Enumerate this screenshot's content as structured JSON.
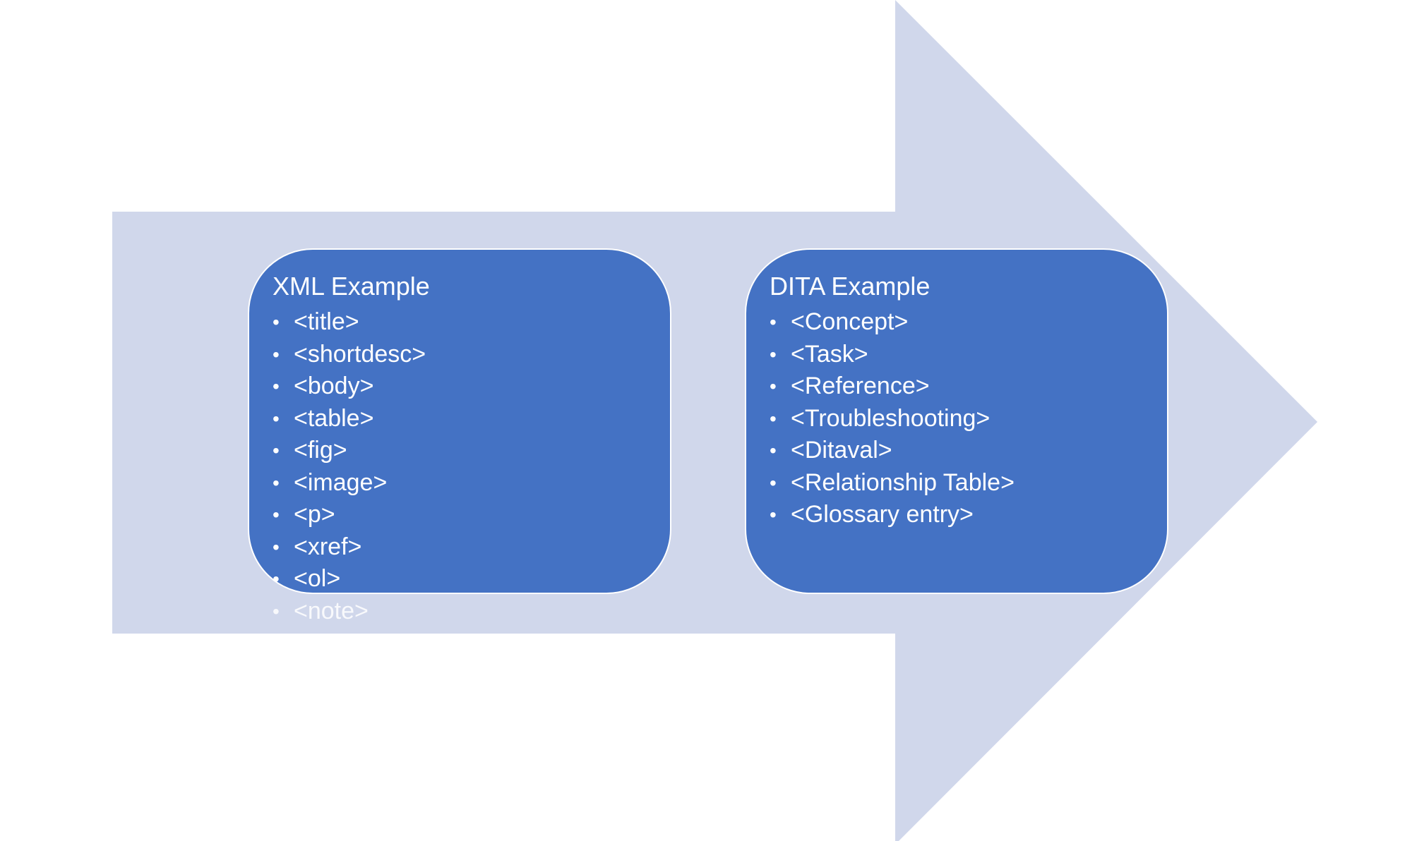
{
  "colors": {
    "arrow": "#d0d7eb",
    "box": "#4472c4",
    "box_border": "#ffffff",
    "text": "#ffffff"
  },
  "xml_box": {
    "title": "XML Example",
    "items": [
      "<title>",
      "<shortdesc>",
      "<body>",
      "<table>",
      "<fig>",
      "<image>",
      "<p>",
      "<xref>",
      "<ol>",
      "<note>"
    ]
  },
  "dita_box": {
    "title": "DITA Example",
    "items": [
      "<Concept>",
      "<Task>",
      "<Reference>",
      "<Troubleshooting>",
      "<Ditaval>",
      "<Relationship Table>",
      "<Glossary entry>"
    ]
  },
  "bullet_glyph": "•"
}
